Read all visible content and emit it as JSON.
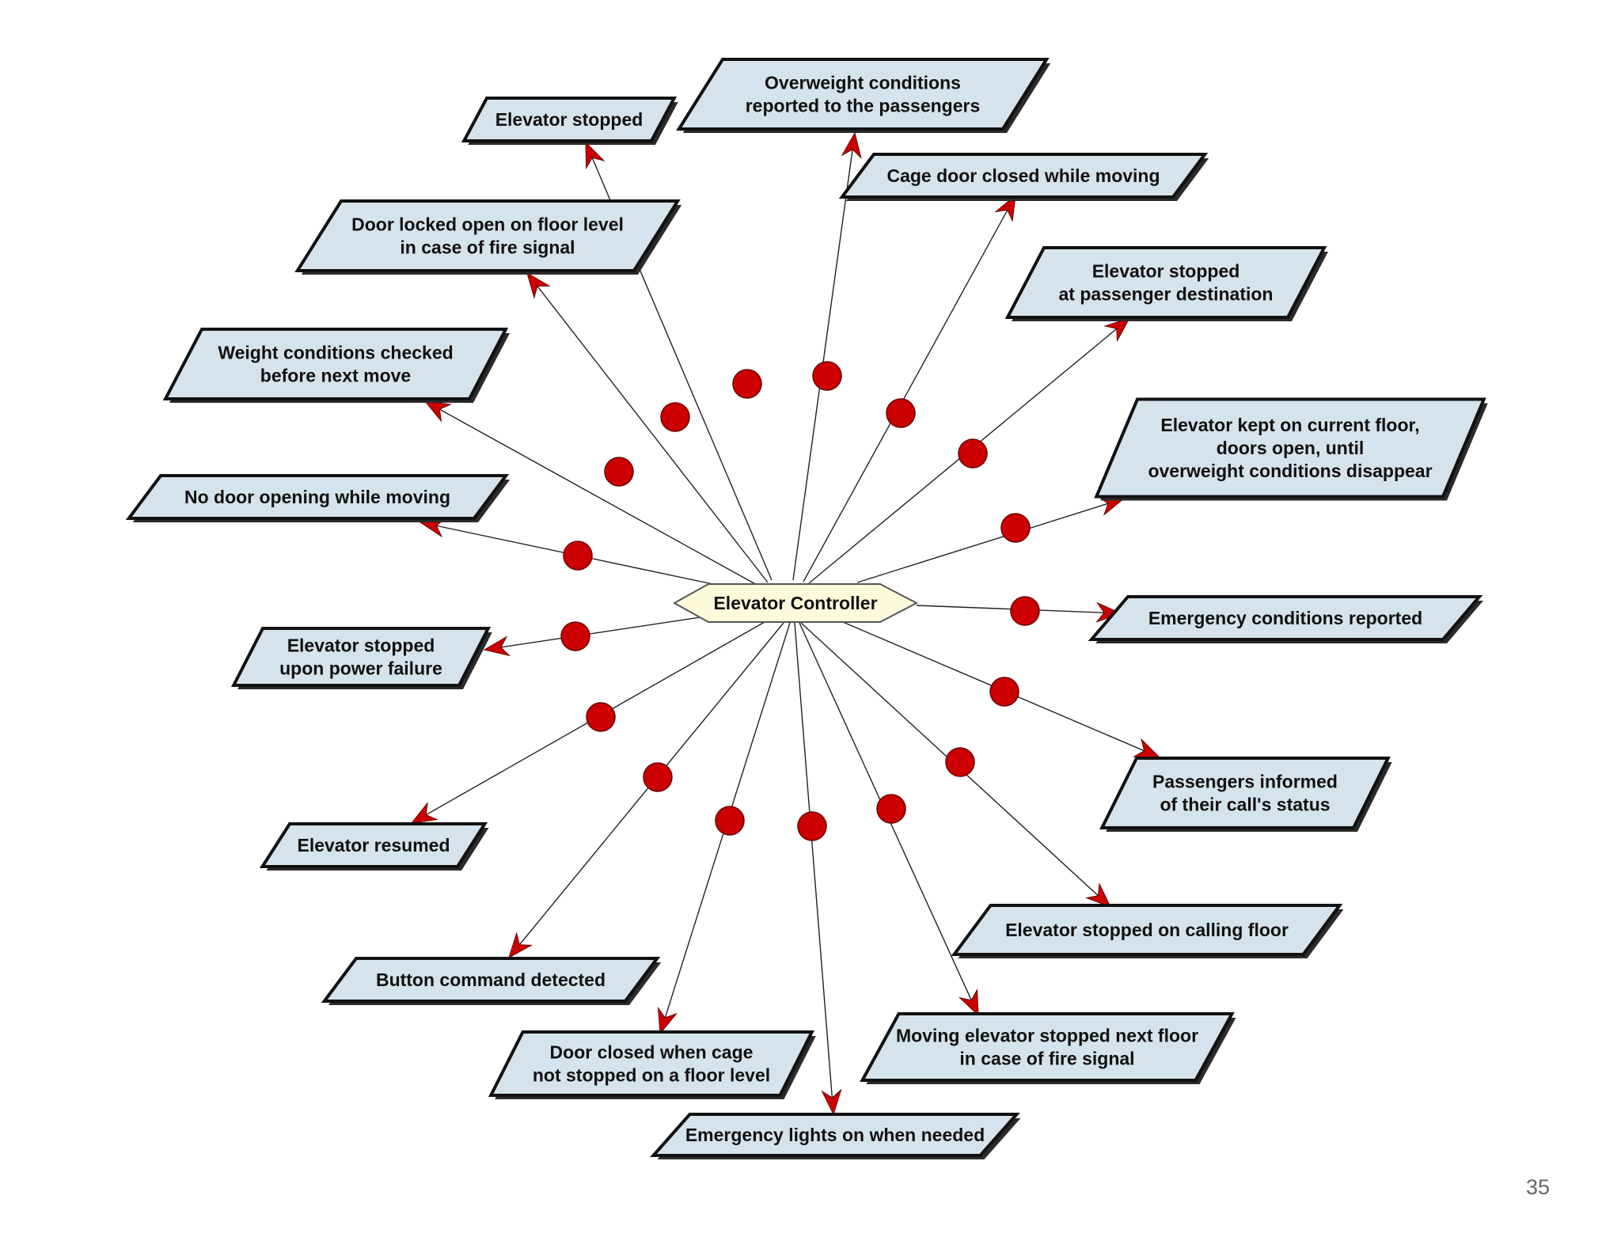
{
  "diagram": {
    "center_label": "Elevator Controller",
    "outcomes": [
      {
        "lines": [
          "Elevator stopped"
        ]
      },
      {
        "lines": [
          "Overweight conditions",
          "reported to the passengers"
        ]
      },
      {
        "lines": [
          "Cage door closed while moving"
        ]
      },
      {
        "lines": [
          "Door locked open on floor level",
          "in case of fire signal"
        ]
      },
      {
        "lines": [
          "Elevator stopped",
          "at passenger destination"
        ]
      },
      {
        "lines": [
          "Weight conditions checked",
          "before next move"
        ]
      },
      {
        "lines": [
          "Elevator kept on current floor,",
          "doors open, until",
          "overweight conditions disappear"
        ]
      },
      {
        "lines": [
          "No door opening while moving"
        ]
      },
      {
        "lines": [
          "Emergency conditions reported"
        ]
      },
      {
        "lines": [
          "Elevator stopped",
          "upon power failure"
        ]
      },
      {
        "lines": [
          "Passengers informed",
          "of their call's status"
        ]
      },
      {
        "lines": [
          "Elevator resumed"
        ]
      },
      {
        "lines": [
          "Elevator stopped on calling floor"
        ]
      },
      {
        "lines": [
          "Button command detected"
        ]
      },
      {
        "lines": [
          "Moving elevator stopped next floor",
          "in case of fire signal"
        ]
      },
      {
        "lines": [
          "Door closed when cage",
          "not stopped on a floor level"
        ]
      },
      {
        "lines": [
          "Emergency lights on when needed"
        ]
      }
    ]
  },
  "colors": {
    "box_fill": "#d5e3ec",
    "center_fill": "#fdfbdc",
    "dot_fill": "#cc0000",
    "arrow_fill": "#cc0000"
  },
  "page_number": "35"
}
